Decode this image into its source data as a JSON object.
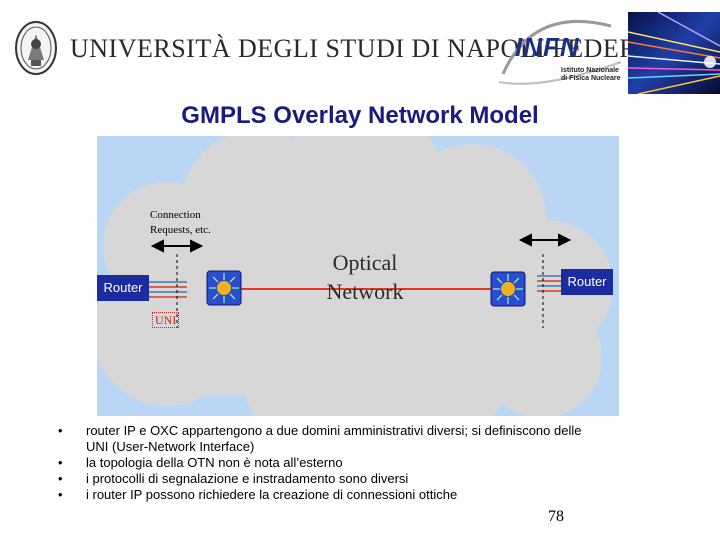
{
  "header": {
    "university_name": "UNIVERSITÀ DEGLI STUDI DI NAPOLI FEDERICO II",
    "infn_logo": "INFN",
    "infn_subtitle": "Istituto Nazionale di Fisica Nucleare"
  },
  "slide": {
    "title": "GMPLS Overlay Network Model",
    "page_number": "78"
  },
  "diagram": {
    "connection_requests_line1": "Connection",
    "connection_requests_line2": "Requests, etc.",
    "optical_network_line1": "Optical",
    "optical_network_line2": "Network",
    "router_left": "Router",
    "router_right": "Router",
    "uni": "UNI",
    "colors": {
      "background": "#b9d7f4",
      "cloud": "#d7d7d7",
      "router_box": "#1b2ca0",
      "connection_line": "#e03a1e",
      "title": "#1a1a80"
    }
  },
  "bullets": [
    {
      "line1": "router IP e OXC appartengono a due domini amministrativi diversi; si definiscono delle",
      "line2": "UNI (User-Network Interface)"
    },
    {
      "line1": "la topologia della OTN non è nota all’esterno"
    },
    {
      "line1": "i protocolli di segnalazione e instradamento sono diversi"
    },
    {
      "line1": "i router IP possono richiedere la creazione di connessioni ottiche"
    }
  ],
  "icons": {
    "seal": "university-seal-icon",
    "fiber": "optical-fiber-photo",
    "switch": "oxc-switch-icon"
  }
}
